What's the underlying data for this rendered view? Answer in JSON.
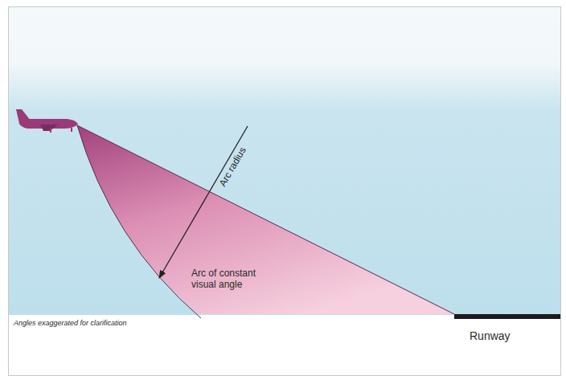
{
  "diagram": {
    "labels": [
      "Arc radius",
      "Arc of constant visual angle",
      "Angles exaggerated for clarification",
      "Runway"
    ]
  }
}
